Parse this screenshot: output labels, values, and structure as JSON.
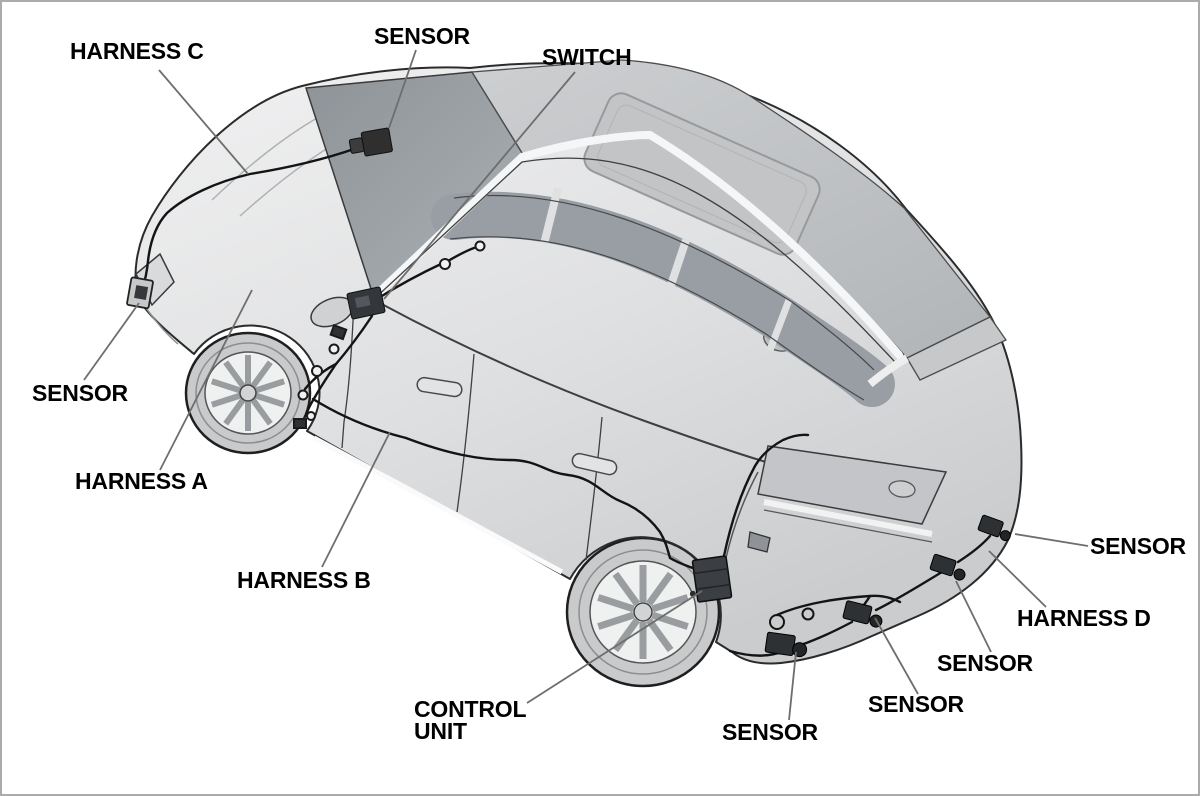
{
  "figure": {
    "title": "Vehicle sensor and harness location diagram",
    "background_color": "#ffffff",
    "outline_color": "#2b2b2b",
    "leader_line_color": "#6e6e6e",
    "label_text_color": "#000000",
    "labels": {
      "harness_c": {
        "text": "HARNESS C"
      },
      "sensor_top": {
        "text": "SENSOR"
      },
      "switch": {
        "text": "SWITCH"
      },
      "sensor_front": {
        "text": "SENSOR"
      },
      "harness_a": {
        "text": "HARNESS A"
      },
      "harness_b": {
        "text": "HARNESS B"
      },
      "control_unit": {
        "text": "CONTROL\nUNIT"
      },
      "sensor_rear_left": {
        "text": "SENSOR"
      },
      "sensor_rear_center": {
        "text": "SENSOR"
      },
      "sensor_rear_right": {
        "text": "SENSOR"
      },
      "harness_d": {
        "text": "HARNESS D"
      },
      "sensor_rear_top": {
        "text": "SENSOR"
      }
    }
  }
}
